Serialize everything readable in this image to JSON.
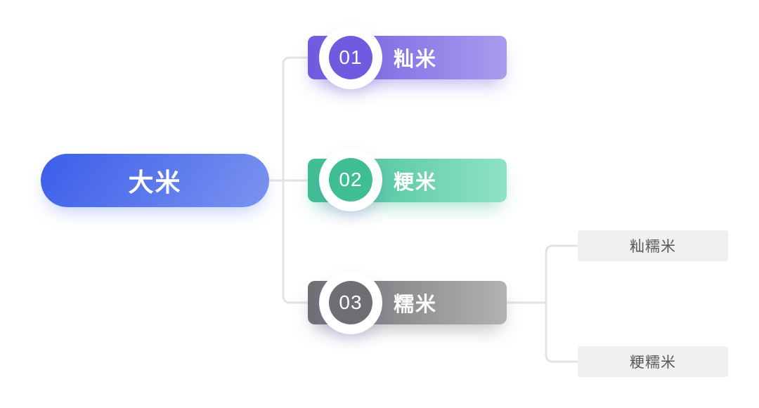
{
  "diagram": {
    "root": {
      "label": "大米",
      "color_start": "#3b5ee9",
      "color_end": "#7b93f0",
      "angle": "125deg"
    },
    "branches": [
      {
        "number": "01",
        "label": "籼米",
        "color_start": "#6e5be0",
        "color_end": "#a99bee",
        "angle": "90deg",
        "children": []
      },
      {
        "number": "02",
        "label": "粳米",
        "color_start": "#3fbd94",
        "color_end": "#8fe2c5",
        "angle": "90deg",
        "children": []
      },
      {
        "number": "03",
        "label": "糯米",
        "color_start": "#6f6f73",
        "color_end": "#b2b2b4",
        "angle": "90deg",
        "children": [
          {
            "label": "籼糯米"
          },
          {
            "label": "粳糯米"
          }
        ]
      }
    ],
    "colors": {
      "connector": "#e3e3e6",
      "child_background": "#f0f0f0",
      "child_text": "#595959",
      "background": "#ffffff"
    }
  }
}
